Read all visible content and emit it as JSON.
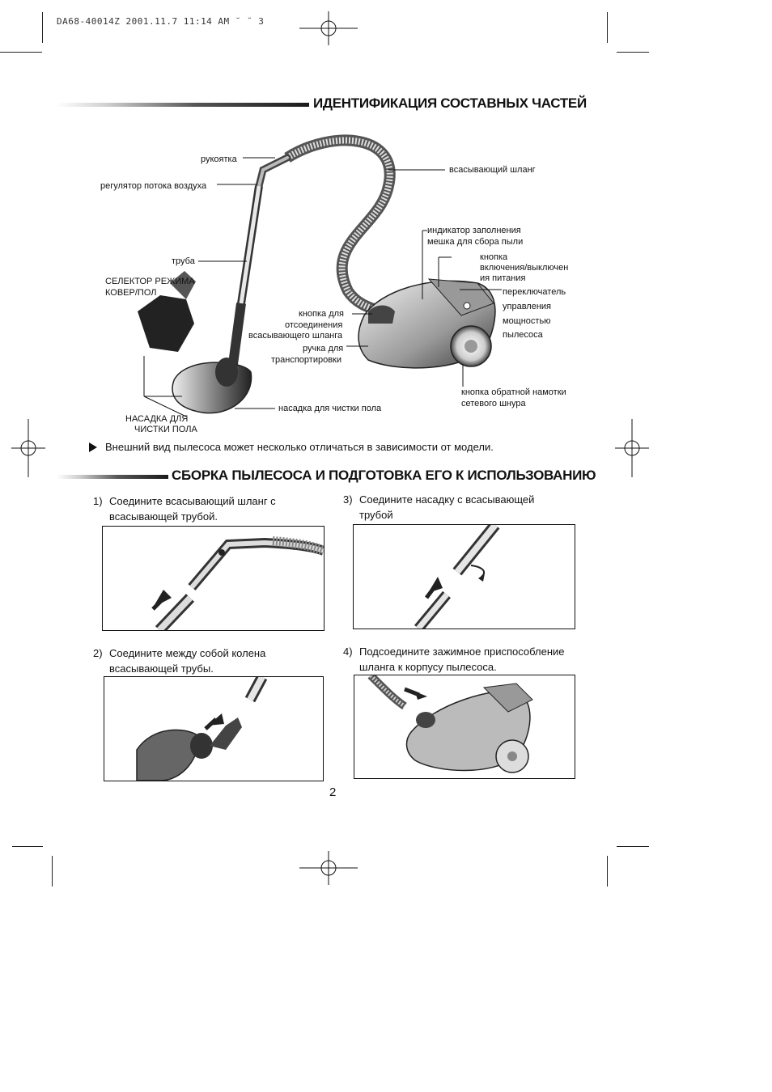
{
  "header": {
    "print_info": "DA68-40014Z 2001.11.7 11:14 AM ˘ ˘ 3"
  },
  "section1": {
    "title": "ИДЕНТИФИКАЦИЯ СОСТАВНЫХ ЧАСТЕЙ",
    "labels": {
      "handle": "рукоятка",
      "airflow": "регулятор потока воздуха",
      "tube": "труба",
      "selector_1": "СЕЛЕКТОР РЕЖИМА",
      "selector_2": "КОВЕР/ПОЛ",
      "hose_release_1": "кнопка для",
      "hose_release_2": "отсоединения",
      "hose_release_3": "всасывающего шланга",
      "carry_1": "ручка для",
      "carry_2": "транспортировки",
      "floor_nozzle_1": "НАСАДКА ДЛЯ",
      "floor_nozzle_2": "ЧИСТКИ ПОЛА",
      "floor_nozzle_small": "насадка для чистки пола",
      "suction_hose": "всасывающий шланг",
      "indicator_1": "индикатор заполнения",
      "indicator_2": "мешка для сбора пыли",
      "power_1": "кнопка",
      "power_2": "включения/выключен",
      "power_3": "ия питания",
      "power_ctrl_1": "переключатель",
      "power_ctrl_2": "управления",
      "power_ctrl_3": "мощностью",
      "power_ctrl_4": "пылесоса",
      "cord_1": "кнопка обратной намотки",
      "cord_2": "сетевого шнура"
    },
    "note": "Внешний вид пылесоса может несколько отличаться в зависимости от модели."
  },
  "section2": {
    "title": "СБОРКА ПЫЛЕСОСА И ПОДГОТОВКА ЕГО К ИСПОЛЬЗОВАНИЮ",
    "steps": [
      {
        "num": "1)",
        "line1": "Соедините всасывающий шланг с",
        "line2": "всасывающей трубой."
      },
      {
        "num": "2)",
        "line1": "Соедините между собой колена",
        "line2": "всасывающей трубы."
      },
      {
        "num": "3)",
        "line1": "Соедините насадку с всасывающей",
        "line2": "трубой"
      },
      {
        "num": "4)",
        "line1": "Подсоедините зажимное приспособление",
        "line2": "шланга к корпусу пылесоса."
      }
    ]
  },
  "page_number": "2"
}
